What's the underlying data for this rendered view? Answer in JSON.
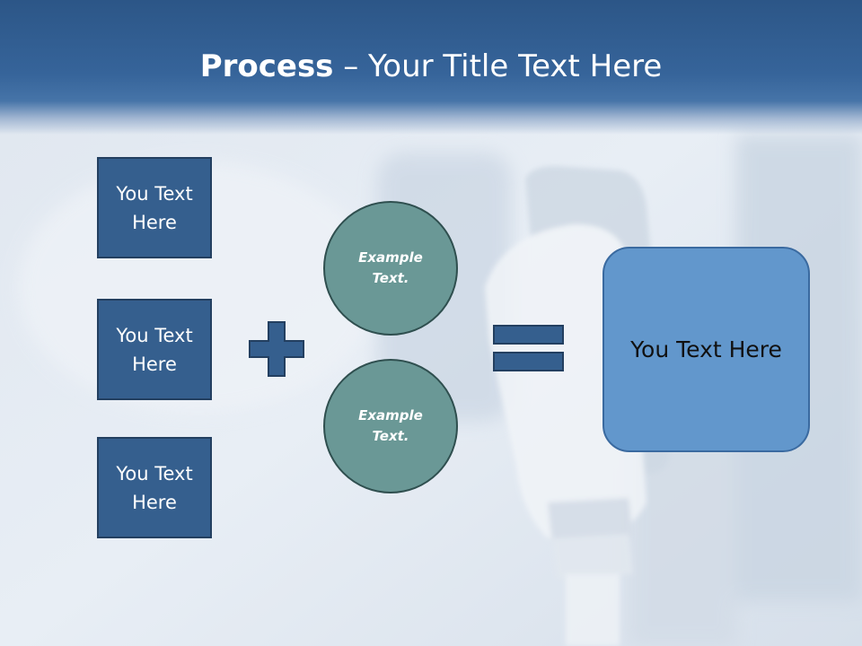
{
  "slide": {
    "title_bold": "Process",
    "title_rest": " – Your Title Text Here"
  },
  "diagram": {
    "input_boxes": [
      {
        "label": "You Text Here"
      },
      {
        "label": "You Text Here"
      },
      {
        "label": "You Text Here"
      }
    ],
    "operator_plus": "plus-icon",
    "circles": [
      {
        "label": "Example Text."
      },
      {
        "label": "Example Text."
      }
    ],
    "operator_equals": "equals-icon",
    "result": {
      "label": "You Text Here"
    }
  },
  "colors": {
    "header": "#2c5687",
    "box_fill": "#355f8e",
    "circle_fill": "#6a9896",
    "result_fill": "#6297cc",
    "operator_fill": "#355f8e"
  }
}
